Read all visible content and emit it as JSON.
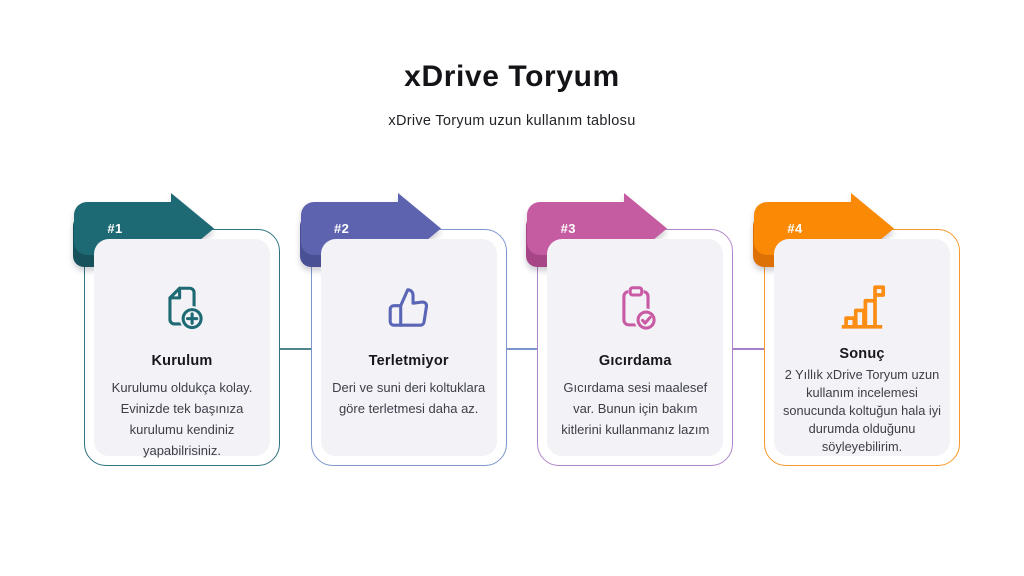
{
  "header": {
    "title": "xDrive Toryum",
    "subtitle": "xDrive Toryum uzun kullanım tablosu"
  },
  "steps": [
    {
      "number": "#1",
      "title": "Kurulum",
      "description": "Kurulumu oldukça kolay. Evinizde tek başınıza kurulumu kendiniz yapabilrisiniz.",
      "icon": "document-add-icon",
      "colors": {
        "arrow": "#1e6a74",
        "fold": "#17515c",
        "border": "#2f7480",
        "icon": "#1e6a74"
      }
    },
    {
      "number": "#2",
      "title": "Terletmiyor",
      "description": "Deri ve suni deri koltuklara göre terletmesi daha az.",
      "icon": "thumbs-up-icon",
      "colors": {
        "arrow": "#5d63af",
        "fold": "#4a5094",
        "border": "#7d96cc",
        "icon": "#5a66b5"
      }
    },
    {
      "number": "#3",
      "title": "Gıcırdama",
      "description": "Gıcırdama sesi maalesef var. Bunun için bakım kitlerini kullanmanız lazım",
      "icon": "clipboard-check-icon",
      "colors": {
        "arrow": "#c55ba0",
        "fold": "#a74687",
        "border": "#b285c9",
        "icon": "#c85ba4"
      }
    },
    {
      "number": "#4",
      "title": "Sonuç",
      "description": "2 Yıllık xDrive Toryum uzun kullanım incelemesi sonucunda koltuğun hala iyi durumda olduğunu söyleyebilirim.",
      "icon": "bar-chart-flag-icon",
      "colors": {
        "arrow": "#fa8a06",
        "fold": "#dd7106",
        "border": "#f8992c",
        "icon": "#fb8d15"
      }
    }
  ],
  "connectors": [
    {
      "color": "#4f858c"
    },
    {
      "color": "#7c95cf"
    },
    {
      "color": "#a581c9"
    }
  ]
}
